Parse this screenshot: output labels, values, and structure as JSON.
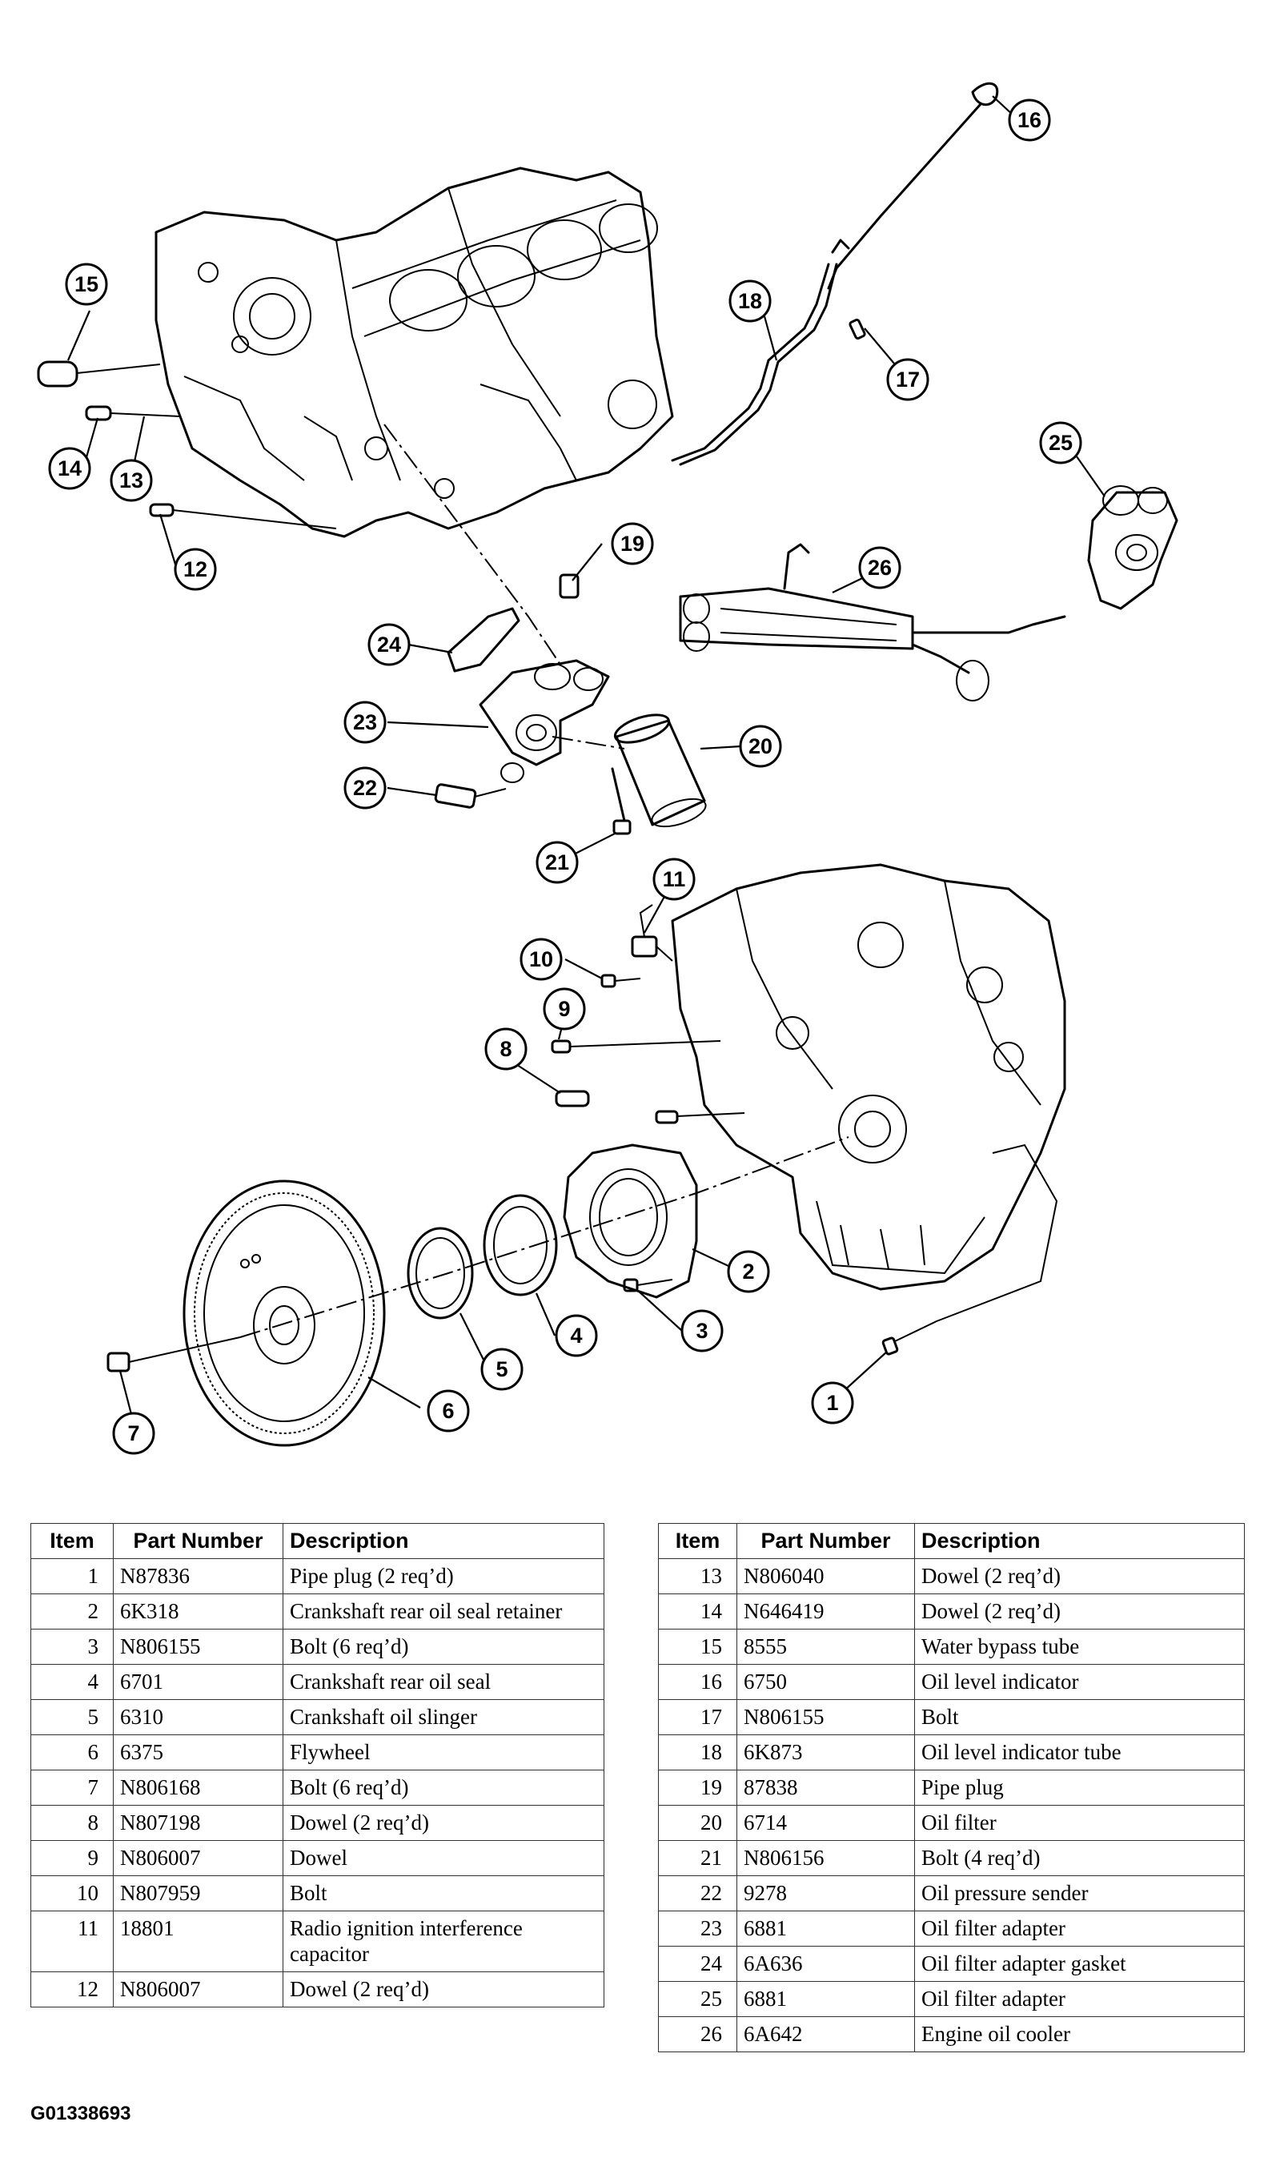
{
  "callouts": [
    "1",
    "2",
    "3",
    "4",
    "5",
    "6",
    "7",
    "8",
    "9",
    "10",
    "11",
    "12",
    "13",
    "14",
    "15",
    "16",
    "17",
    "18",
    "19",
    "20",
    "21",
    "22",
    "23",
    "24",
    "25",
    "26"
  ],
  "table": {
    "headers": {
      "item": "Item",
      "part_number": "Part Number",
      "description": "Description"
    },
    "left": [
      {
        "item": "1",
        "part": "N87836",
        "desc": "Pipe plug (2 req’d)"
      },
      {
        "item": "2",
        "part": "6K318",
        "desc": "Crankshaft rear oil seal retainer"
      },
      {
        "item": "3",
        "part": "N806155",
        "desc": "Bolt (6 req’d)"
      },
      {
        "item": "4",
        "part": "6701",
        "desc": "Crankshaft rear oil seal"
      },
      {
        "item": "5",
        "part": "6310",
        "desc": "Crankshaft oil slinger"
      },
      {
        "item": "6",
        "part": "6375",
        "desc": "Flywheel"
      },
      {
        "item": "7",
        "part": "N806168",
        "desc": "Bolt (6 req’d)"
      },
      {
        "item": "8",
        "part": "N807198",
        "desc": "Dowel (2 req’d)"
      },
      {
        "item": "9",
        "part": "N806007",
        "desc": "Dowel"
      },
      {
        "item": "10",
        "part": "N807959",
        "desc": "Bolt"
      },
      {
        "item": "11",
        "part": "18801",
        "desc": "Radio ignition interference capacitor"
      },
      {
        "item": "12",
        "part": "N806007",
        "desc": "Dowel (2 req’d)"
      }
    ],
    "right": [
      {
        "item": "13",
        "part": "N806040",
        "desc": "Dowel (2 req’d)"
      },
      {
        "item": "14",
        "part": "N646419",
        "desc": "Dowel (2 req’d)"
      },
      {
        "item": "15",
        "part": "8555",
        "desc": "Water bypass tube"
      },
      {
        "item": "16",
        "part": "6750",
        "desc": "Oil level indicator"
      },
      {
        "item": "17",
        "part": "N806155",
        "desc": "Bolt"
      },
      {
        "item": "18",
        "part": "6K873",
        "desc": "Oil level indicator tube"
      },
      {
        "item": "19",
        "part": "87838",
        "desc": "Pipe plug"
      },
      {
        "item": "20",
        "part": "6714",
        "desc": "Oil filter"
      },
      {
        "item": "21",
        "part": "N806156",
        "desc": "Bolt (4 req’d)"
      },
      {
        "item": "22",
        "part": "9278",
        "desc": "Oil pressure sender"
      },
      {
        "item": "23",
        "part": "6881",
        "desc": "Oil filter adapter"
      },
      {
        "item": "24",
        "part": "6A636",
        "desc": "Oil filter adapter gasket"
      },
      {
        "item": "25",
        "part": "6881",
        "desc": "Oil filter adapter"
      },
      {
        "item": "26",
        "part": "6A642",
        "desc": "Engine oil cooler"
      }
    ]
  },
  "figure_id": "G01338693"
}
